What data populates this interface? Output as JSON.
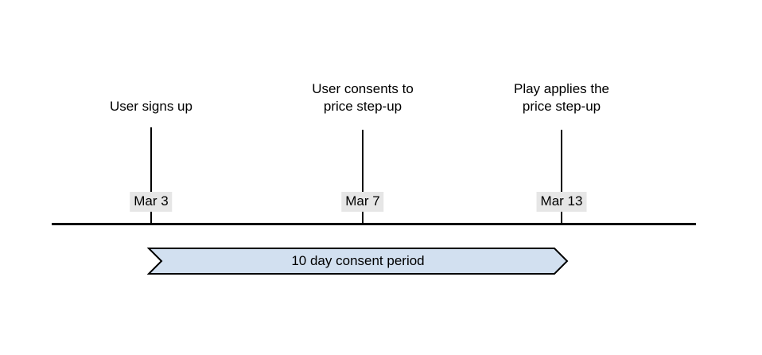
{
  "diagram": {
    "type": "timeline",
    "background_color": "#ffffff",
    "axis": {
      "name": "timeline-axis",
      "color": "#000000"
    },
    "markers": [
      {
        "id": "signup",
        "label_lines": [
          "User signs up"
        ],
        "date": "Mar 3",
        "date_chip_color": "#e6e6e6"
      },
      {
        "id": "consent",
        "label_lines": [
          "User consents to",
          "price step-up"
        ],
        "date": "Mar 7",
        "date_chip_color": "#e6e6e6"
      },
      {
        "id": "apply",
        "label_lines": [
          "Play applies the",
          "price step-up"
        ],
        "date": "Mar 13",
        "date_chip_color": "#e6e6e6"
      }
    ],
    "period": {
      "label": "10 day consent period",
      "fill_color": "#d2e0f0",
      "stroke_color": "#000000"
    }
  }
}
